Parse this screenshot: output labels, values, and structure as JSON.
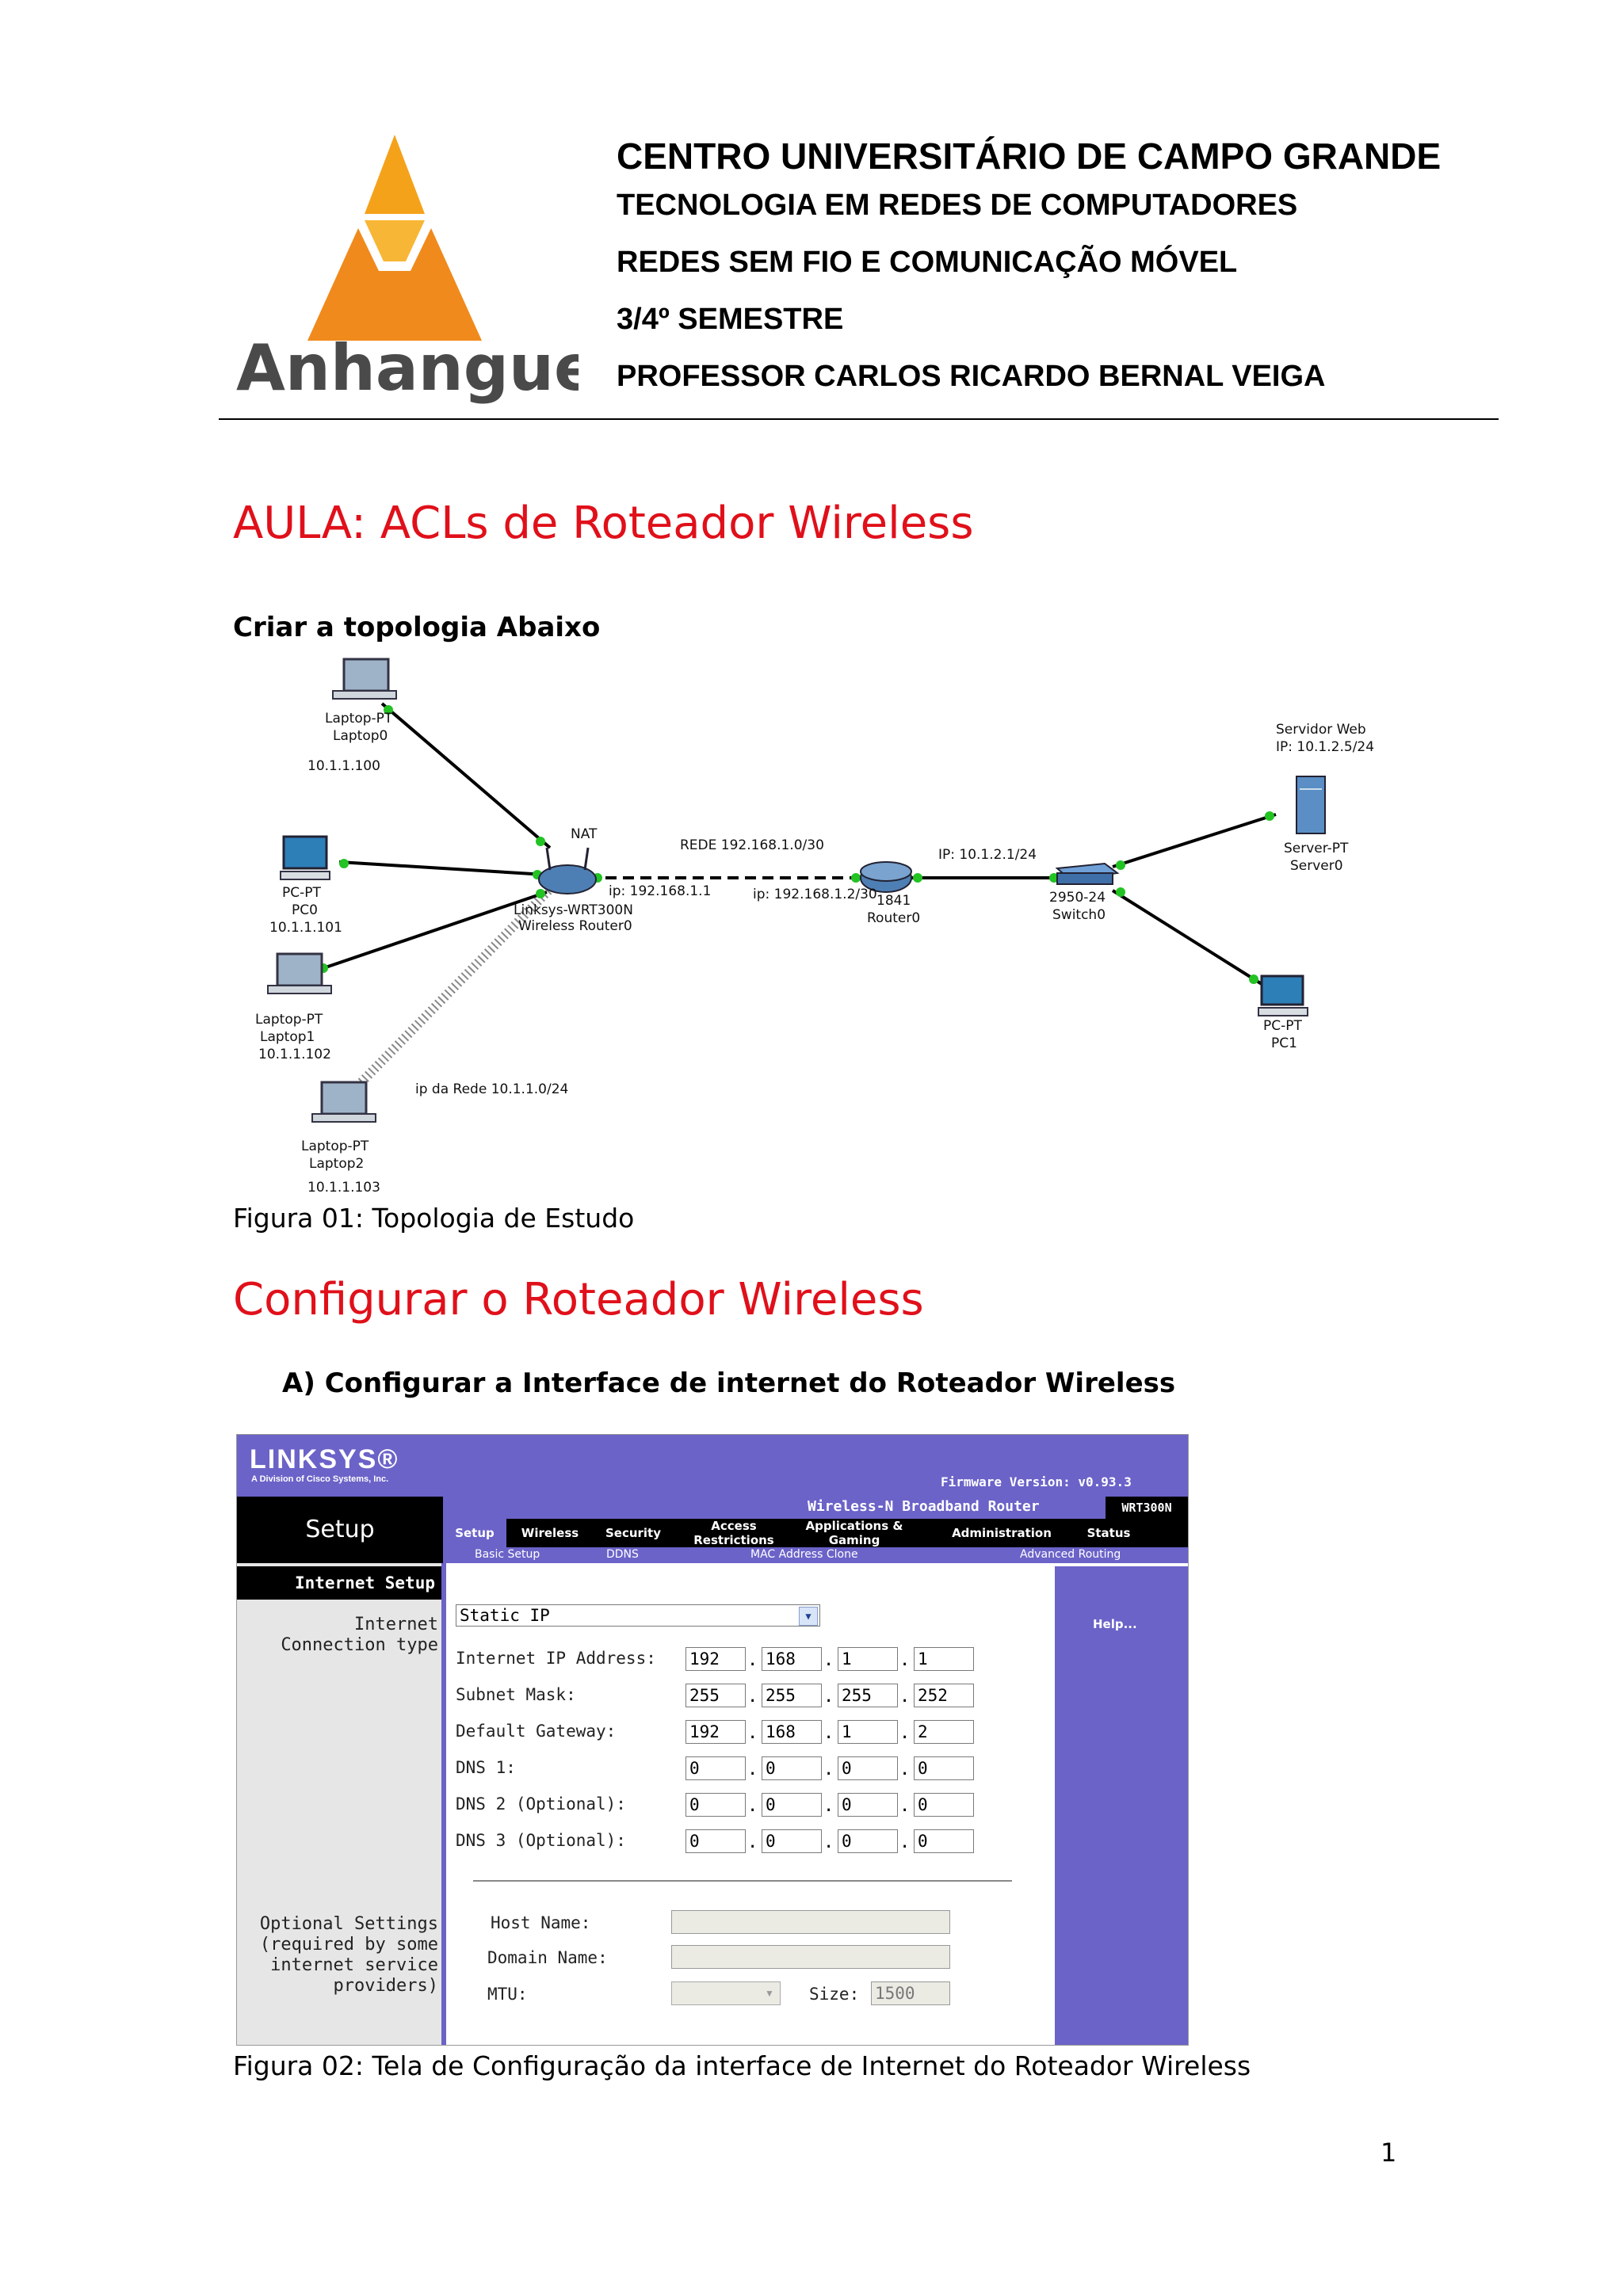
{
  "header": {
    "logo_text": "Anhanguera",
    "institution": "CENTRO UNIVERSITÁRIO DE CAMPO GRANDE",
    "course": "TECNOLOGIA EM REDES DE COMPUTADORES",
    "subject": "REDES SEM FIO E COMUNICAÇÃO MÓVEL",
    "semester": "3/4º SEMESTRE",
    "professor": "PROFESSOR CARLOS RICARDO BERNAL VEIGA",
    "brand_color": "#f5a21b"
  },
  "section1": {
    "title": "AULA: ACLs de Roteador Wireless",
    "subtitle": "Criar a topologia Abaixo",
    "caption": "Figura 01: Topologia de Estudo"
  },
  "topology": {
    "laptop0": {
      "type": "Laptop-PT",
      "name": "Laptop0",
      "ip": "10.1.1.100"
    },
    "pc0": {
      "type": "PC-PT",
      "name": "PC0",
      "ip": "10.1.1.101"
    },
    "laptop1": {
      "type": "Laptop-PT",
      "name": "Laptop1",
      "ip": "10.1.1.102"
    },
    "laptop2": {
      "type": "Laptop-PT",
      "name": "Laptop2",
      "ip": "10.1.1.103"
    },
    "wireless_router": {
      "type": "Linksys-WRT300N",
      "name": "Wireless Router0",
      "nat": "NAT",
      "ip": "ip: 192.168.1.1"
    },
    "rede_label": "REDE 192.168.1.0/30",
    "router_ip": "ip: 192.168.1.2/30",
    "router0": {
      "type": "1841",
      "name": "Router0"
    },
    "router_ip2": "IP: 10.1.2.1/24",
    "switch0": {
      "type": "2950-24",
      "name": "Switch0"
    },
    "server_label": "Servidor Web",
    "server_ip": "IP: 10.1.2.5/24",
    "server0": {
      "type": "Server-PT",
      "name": "Server0"
    },
    "pc1": {
      "type": "PC-PT",
      "name": "PC1"
    },
    "wifi_net": "ip da Rede 10.1.1.0/24"
  },
  "section2": {
    "title": "Configurar o Roteador Wireless",
    "item_a": "A)   Configurar a Interface de internet do Roteador Wireless",
    "caption": "Figura 02: Tela de Configuração da interface de Internet do Roteador Wireless"
  },
  "linksys": {
    "logo": "LINKSYS®",
    "logo_sub": "A Division of Cisco Systems, Inc.",
    "firmware": "Firmware Version: v0.93.3",
    "product": "Wireless-N Broadband Router",
    "model": "WRT300N",
    "setup": "Setup",
    "tabs": [
      "Setup",
      "Wireless",
      "Security",
      "Access Restrictions",
      "Applications & Gaming",
      "Administration",
      "Status"
    ],
    "subtabs": [
      "Basic Setup",
      "DDNS",
      "MAC Address Clone",
      "Advanced Routing"
    ],
    "internet_setup": "Internet Setup",
    "conn_type_label_1": "Internet",
    "conn_type_label_2": "Connection type",
    "conn_type_value": "Static IP",
    "help": "Help...",
    "fields": [
      {
        "label": "Internet IP Address:",
        "octets": [
          "192",
          "168",
          "1",
          "1"
        ]
      },
      {
        "label": "Subnet Mask:",
        "octets": [
          "255",
          "255",
          "255",
          "252"
        ]
      },
      {
        "label": "Default Gateway:",
        "octets": [
          "192",
          "168",
          "1",
          "2"
        ]
      },
      {
        "label": "DNS 1:",
        "octets": [
          "0",
          "0",
          "0",
          "0"
        ]
      },
      {
        "label": "DNS 2 (Optional):",
        "octets": [
          "0",
          "0",
          "0",
          "0"
        ]
      },
      {
        "label": "DNS 3 (Optional):",
        "octets": [
          "0",
          "0",
          "0",
          "0"
        ]
      }
    ],
    "optional_1": "Optional Settings",
    "optional_2": "(required by some",
    "optional_3": "internet service",
    "optional_4": "providers)",
    "host_name": "Host Name:",
    "domain_name": "Domain Name:",
    "mtu": "MTU:",
    "size_label": "Size:",
    "size_value": "1500",
    "accent": "#6b63c8"
  },
  "page_number": "1"
}
